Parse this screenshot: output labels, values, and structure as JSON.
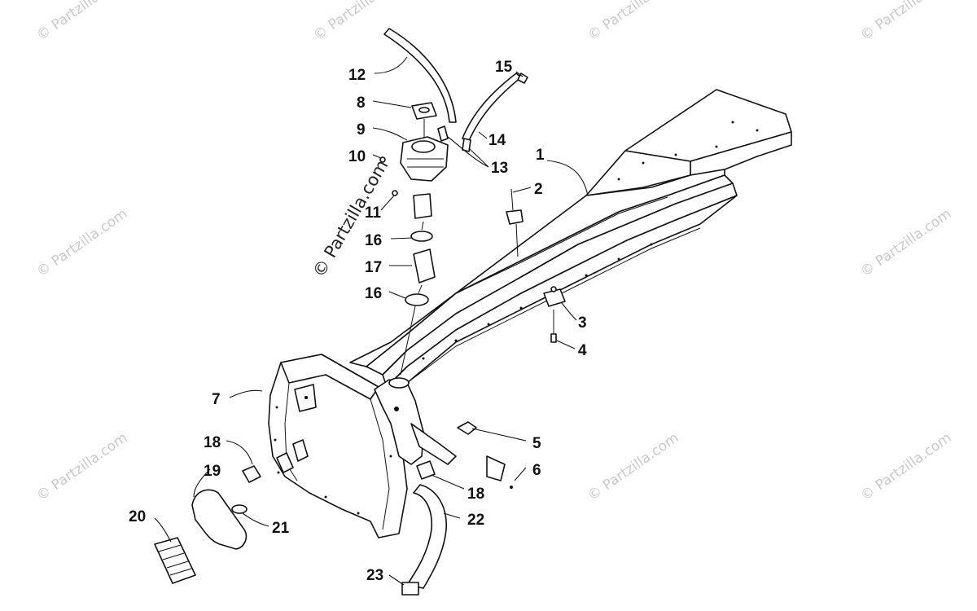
{
  "watermark": {
    "repeat": "© Partzilla.com",
    "center": "© Partzilla.com"
  },
  "callouts": [
    "1",
    "2",
    "3",
    "4",
    "5",
    "6",
    "7",
    "8",
    "9",
    "10",
    "11",
    "12",
    "13",
    "14",
    "15",
    "16",
    "16",
    "17",
    "18",
    "18",
    "19",
    "20",
    "21",
    "22",
    "23"
  ]
}
